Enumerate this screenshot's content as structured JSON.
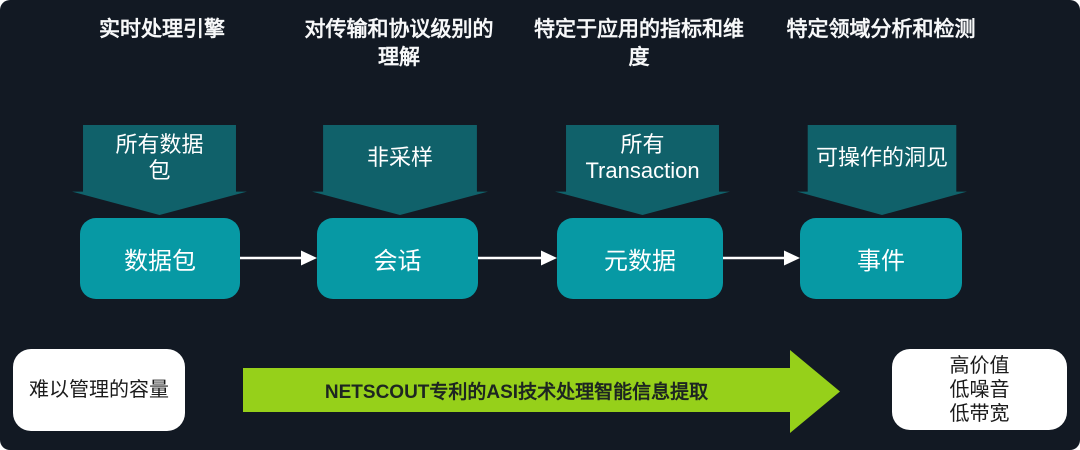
{
  "title": "ASI data-processing pipeline diagram",
  "colors": {
    "background": "#121923",
    "callout_teal": "#10616a",
    "stage_teal": "#0799a4",
    "process_green": "#96d01a",
    "card_white": "#ffffff",
    "text_light": "#ffffff",
    "text_dark": "#1d2521",
    "connector_white": "#ffffff"
  },
  "columns": [
    {
      "header": "实时处理引擎",
      "callout": "所有数据\n包",
      "stage": "数据包"
    },
    {
      "header": "对传输和协议级别的\n理解",
      "callout": "非采样",
      "stage": "会话"
    },
    {
      "header": "特定于应用的指标和维\n度",
      "callout": "所有\nTransaction",
      "stage": "元数据"
    },
    {
      "header": "特定领域分析和检测",
      "callout": "可操作的洞见",
      "stage": "事件"
    }
  ],
  "bottom": {
    "input_label": "难以管理的容量",
    "process_label": "NETSCOUT专利的ASI技术处理智能信息提取",
    "output_label": "高价值\n低噪音\n低带宽"
  }
}
